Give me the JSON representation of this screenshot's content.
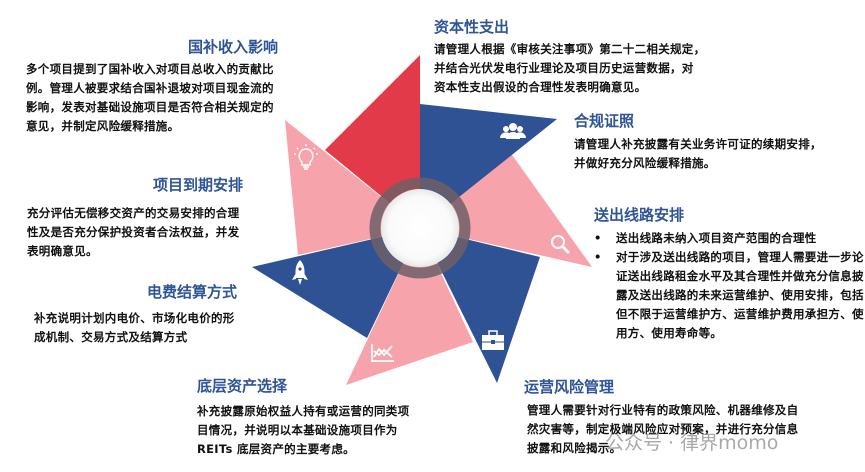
{
  "colors": {
    "blue": "#2e5294",
    "pink": "#f7a3ab",
    "red": "#e23a48",
    "heading": "#2f5597"
  },
  "sections": {
    "subsidy": {
      "title": "国补收入影响",
      "lines": [
        "多个项目提到了国补收入对项目总收入的贡献比",
        "例。管理人被要求结合国补退坡对项目现金流的",
        "影响，发表对基础设施项目是否符合相关规定的",
        "意见，并制定风险缓释措施。"
      ]
    },
    "capex": {
      "title": "资本性支出",
      "lines": [
        "请管理人根据《审核关注事项》第二十二相关规定，",
        "并结合光伏发电行业理论及项目历史运营数据，对",
        "资本性支出假设的合理性发表明确意见。"
      ]
    },
    "compliance": {
      "title": "合规证照",
      "icon": "people-icon",
      "lines": [
        "请管理人补充披露有关业务许可证的续期安排，",
        "并做好充分风险缓释措施。"
      ]
    },
    "transmission": {
      "title": "送出线路安排",
      "icon": "magnifier-icon",
      "bullets": [
        {
          "lines": [
            "送出线路未纳入项目资产范围的合理性"
          ]
        },
        {
          "lines": [
            "对于涉及送出线路的项目，管理人需要进一步论",
            "证送出线路租金水平及其合理性并做充分信息披",
            "露及送出线路的未来运营维护、使用安排，包括",
            "但不限于运营维护方、运营维护费用承担方、使",
            "用方、使用寿命等。"
          ]
        }
      ]
    },
    "operation": {
      "title": "运营风险管理",
      "icon": "briefcase-icon",
      "lines": [
        "管理人需要针对行业特有的政策风险、机器维修及自",
        "然灾害等，制定极端风险应对预案，并进行充分信息",
        "披露和风险揭示。"
      ]
    },
    "asset": {
      "title": "底层资产选择",
      "icon": "chart-icon",
      "lines": [
        "补充披露原始权益人持有或运营的同类项",
        "目情况，并说明以本基础设施项目作为",
        "REITs 底层资产的主要考虑。"
      ]
    },
    "tariff": {
      "title": "电费结算方式",
      "icon": "rocket-icon",
      "lines": [
        "补充说明计划内电价、市场化电价的形",
        "成机制、交易方式及结算方式"
      ]
    },
    "expiry": {
      "title": "项目到期安排",
      "icon": "lightbulb-icon",
      "lines": [
        "充分评估无偿移交资产的交易安排的合理",
        "性及是否充分保护投资者合法权益，并发",
        "表明确意见。"
      ]
    }
  },
  "watermark": "公众号 · 律界momo"
}
